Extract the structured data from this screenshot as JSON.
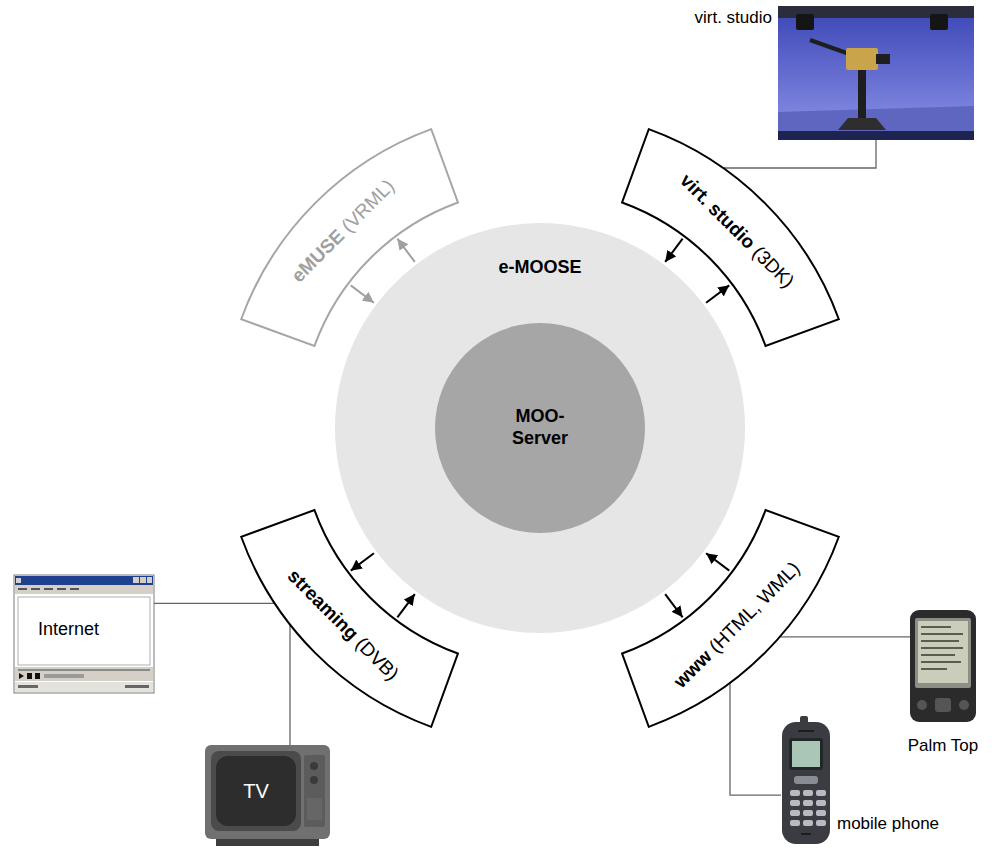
{
  "diagram": {
    "nodes": [
      {
        "text": [
          "e-MOOSE"
        ]
      },
      {
        "text": [
          "MOO- Server"
        ],
        "in": 0
      },
      {
        "text": [
          "eMUSE (VRML)"
        ]
      },
      {
        "text": [
          "virt. studio (3DK)"
        ]
      },
      {
        "text": [
          "streaming (DVB)"
        ]
      },
      {
        "text": [
          "www (HTML, WML)"
        ]
      },
      {
        "text": [
          "virt. studio"
        ]
      },
      {
        "text": [
          "Internet"
        ]
      },
      {
        "text": [
          "TV"
        ]
      },
      {
        "text": [
          "Palm Top"
        ]
      },
      {
        "text": [
          "mobile phone"
        ]
      }
    ],
    "edges": [
      {
        "from": 2,
        "to": 0,
        "arrow": "to"
      },
      {
        "from": 0,
        "to": 2,
        "arrow": "to"
      },
      {
        "from": 3,
        "to": 0,
        "arrow": "to"
      },
      {
        "from": 0,
        "to": 3,
        "arrow": "to"
      },
      {
        "from": 4,
        "to": 0,
        "arrow": "to"
      },
      {
        "from": 0,
        "to": 4,
        "arrow": "to"
      },
      {
        "from": 5,
        "to": 0,
        "arrow": "to"
      },
      {
        "from": 0,
        "to": 5,
        "arrow": "to"
      },
      {
        "from": 3,
        "to": 6,
        "arrow": "none"
      },
      {
        "from": 4,
        "to": 7,
        "arrow": "none"
      },
      {
        "from": 4,
        "to": 8,
        "arrow": "none"
      },
      {
        "from": 5,
        "to": 9,
        "arrow": "none"
      },
      {
        "from": 5,
        "to": 10,
        "arrow": "none"
      }
    ]
  }
}
